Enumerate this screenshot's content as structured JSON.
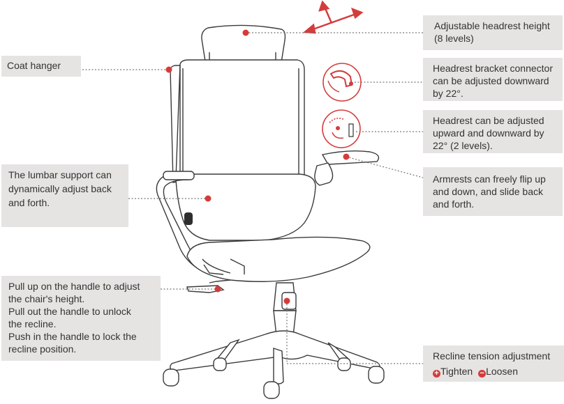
{
  "labels": {
    "coat_hanger": "Coat hanger",
    "lumbar_support": "The lumbar support can dynamically adjust back and forth.",
    "handle": [
      "Pull up on the handle to adjust",
      "the chair's height.",
      "Pull out the handle to unlock",
      "the recline.",
      "Push in the handle to lock the",
      "recline position."
    ],
    "headrest_height": "Adjustable headrest height (8 levels)",
    "headrest_bracket": "Headrest bracket connector can be adjusted downward by 22°.",
    "headrest_updown": "Headrest can be adjusted upward and downward by 22° (2 levels).",
    "armrests": "Armrests can freely flip up and down, and slide back and forth.",
    "recline_tension": {
      "title": "Recline tension adjustment",
      "tighten": "Tighten",
      "loosen": "Loosen"
    }
  },
  "colors": {
    "accent": "#d43c3c",
    "label_bg": "#e5e4e2",
    "line": "#3a3a3a"
  },
  "icons": [
    "headrest-bracket-icon",
    "headrest-tilt-icon",
    "direction-arrows-icon",
    "plus-icon",
    "minus-icon"
  ]
}
